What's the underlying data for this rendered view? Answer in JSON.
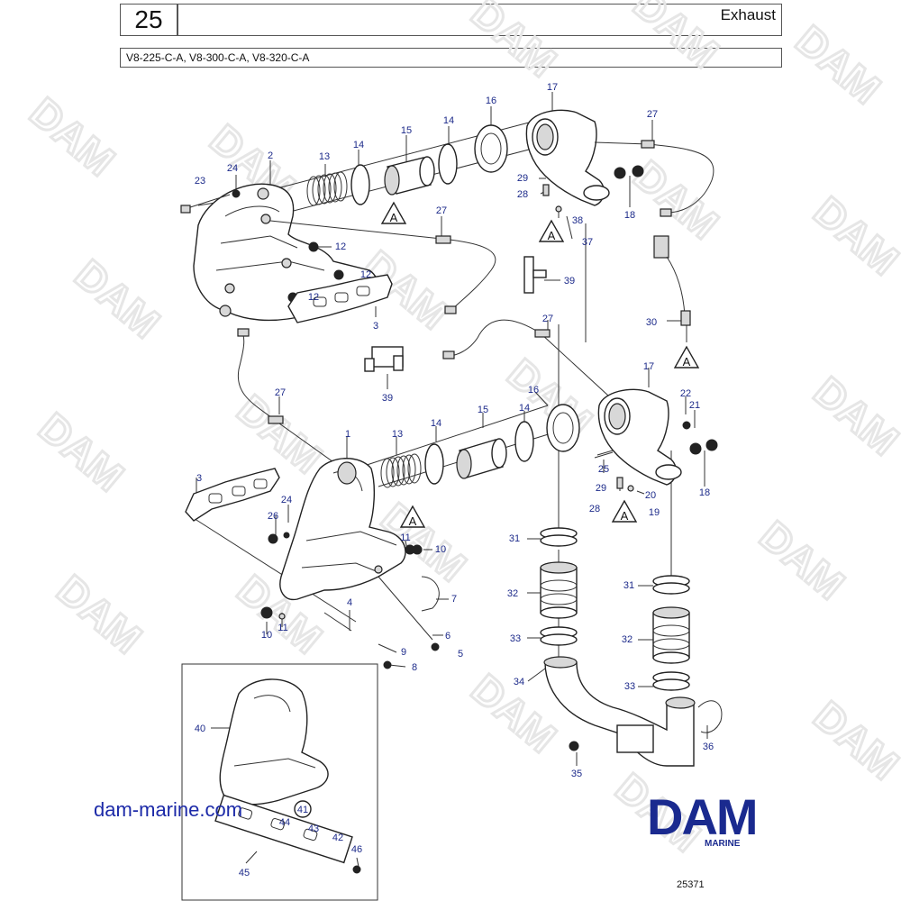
{
  "header": {
    "section_number": "25",
    "title": "Exhaust",
    "models": "V8-225-C-A, V8-300-C-A, V8-320-C-A"
  },
  "footer": {
    "website": "dam-marine.com",
    "logo": "DAM",
    "logo_sub": "MARINE",
    "drawing_number": "25371"
  },
  "watermark": "DAM",
  "callouts": [
    "1",
    "2",
    "3",
    "3",
    "4",
    "5",
    "6",
    "7",
    "8",
    "9",
    "10",
    "10",
    "11",
    "11",
    "12",
    "12",
    "12",
    "13",
    "13",
    "14",
    "14",
    "14",
    "14",
    "15",
    "15",
    "16",
    "16",
    "17",
    "17",
    "18",
    "18",
    "19",
    "20",
    "21",
    "22",
    "23",
    "24",
    "24",
    "25",
    "26",
    "27",
    "27",
    "27",
    "27",
    "28",
    "28",
    "29",
    "29",
    "30",
    "31",
    "31",
    "32",
    "32",
    "33",
    "33",
    "34",
    "35",
    "36",
    "37",
    "38",
    "39",
    "39",
    "40",
    "41",
    "42",
    "43",
    "44",
    "45",
    "46"
  ],
  "ref_marker": "A",
  "colors": {
    "callout": "#1c2a8a",
    "brand": "#1a2a8f",
    "website": "#1c2aa8"
  }
}
